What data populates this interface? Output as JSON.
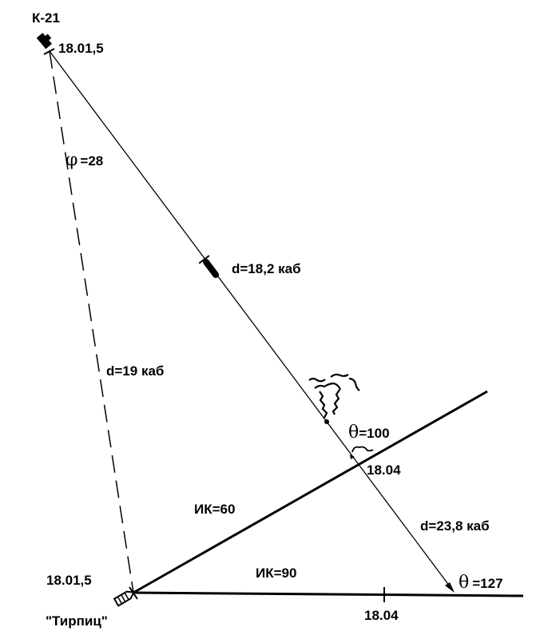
{
  "submarine": {
    "name": "К-21",
    "time": "18.01,5"
  },
  "target": {
    "name": "\"Тирпиц\"",
    "time": "18.01,5"
  },
  "bearing": {
    "symbol": "φ",
    "value": "=28"
  },
  "distances": {
    "initial": "d=19 каб",
    "torpedo": "d=18,2 каб",
    "final": "d=23,8 каб"
  },
  "courses": {
    "first": "ИК=60",
    "second": "ИК=90"
  },
  "angles": {
    "symbol": "θ",
    "first": "=100",
    "second": "=127"
  },
  "times": {
    "turn": "18.04",
    "second_leg": "18.04"
  }
}
